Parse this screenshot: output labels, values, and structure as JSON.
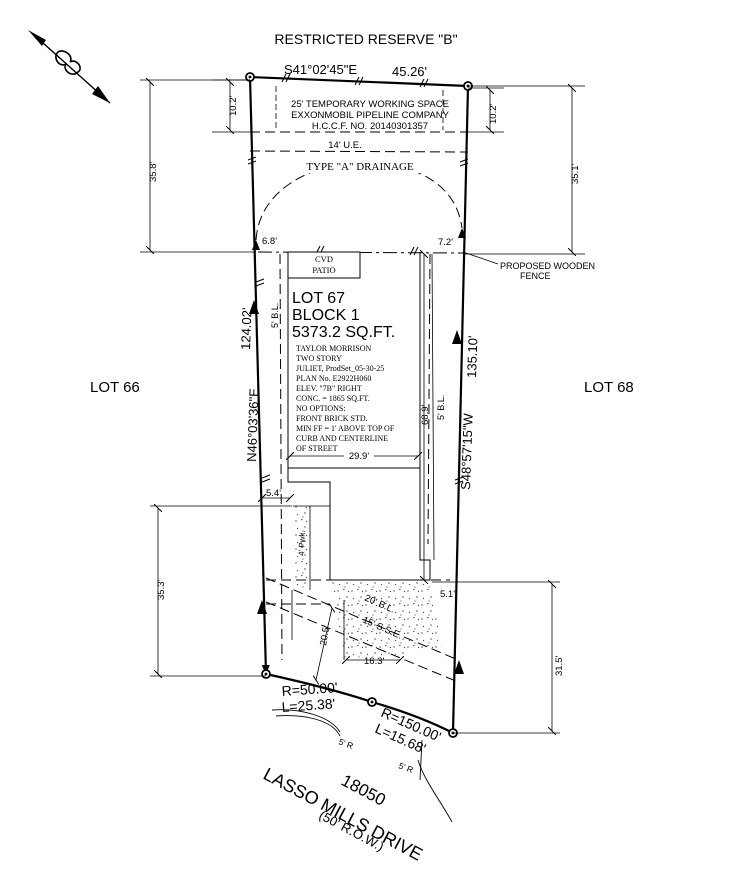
{
  "header": {
    "restricted_reserve": "RESTRICTED RESERVE \"B\""
  },
  "bearings": {
    "top": "S41°02'45\"E",
    "top_dist": "45.26'",
    "left": "N46°03'36\"E",
    "left_dist": "124.02'",
    "right": "S48°57'15\"W",
    "right_dist": "135.10'"
  },
  "dims": {
    "left_top_offset": "10.2'",
    "right_top_offset": "10.2'",
    "left_35_8": "35.8'",
    "right_35_1": "35.1'",
    "left_6_8": "6.8'",
    "right_7_2": "7.2'",
    "width_29_9": "29.9'",
    "depth_68_9": "68.9'",
    "left_5_4": "5.4'",
    "left_35_3": "35.3'",
    "right_5_1": "5.1'",
    "right_31_5": "31.5'",
    "drive_20_5": "20.5'",
    "drive_16_3": "16.3'",
    "radius_left": "5' R",
    "radius_right": "5' R"
  },
  "easement": {
    "line1": "25' TEMPORARY WORKING SPACE",
    "line2": "EXXONMOBIL PIPELINE COMPANY",
    "line3": "H.C.C.F. NO. 20140301357",
    "ue": "14' U.E."
  },
  "drainage": "TYPE \"A\" DRAINAGE",
  "fence": {
    "line1": "PROPOSED WOODEN",
    "line2": "FENCE"
  },
  "patio": {
    "line1": "CVD",
    "line2": "PATIO"
  },
  "lot": {
    "lot": "LOT 67",
    "block": "BLOCK 1",
    "area": "5373.2 SQ.FT.",
    "lot_left": "LOT 66",
    "lot_right": "LOT 68"
  },
  "house_notes": [
    "TAYLOR MORRISON",
    "TWO STORY",
    "JULIET, ProdSet_05-30-25",
    "PLAN No. E2922H060",
    "ELEV. \"7B\" RIGHT",
    "CONC. = 1865 SQ.FT.",
    "NO OPTIONS:",
    "FRONT BRICK STD.",
    "MIN FF = 1' ABOVE TOP OF",
    "CURB AND CENTERLINE",
    "OF STREET"
  ],
  "setbacks": {
    "bl_left": "5' B.L.",
    "bl_right": "5' B.L.",
    "front_bl": "20' B.L.",
    "sse": "15' S.S.E.",
    "pwk": "4' Pwk."
  },
  "curves": {
    "c1_r": "R=50.00'",
    "c1_l": "L=25.38'",
    "c2_r": "R=150.00'",
    "c2_l": "L=15.68'"
  },
  "street": {
    "number": "18050",
    "name": "LASSO MILLS DRIVE",
    "row": "(50' R.O.W.)"
  }
}
